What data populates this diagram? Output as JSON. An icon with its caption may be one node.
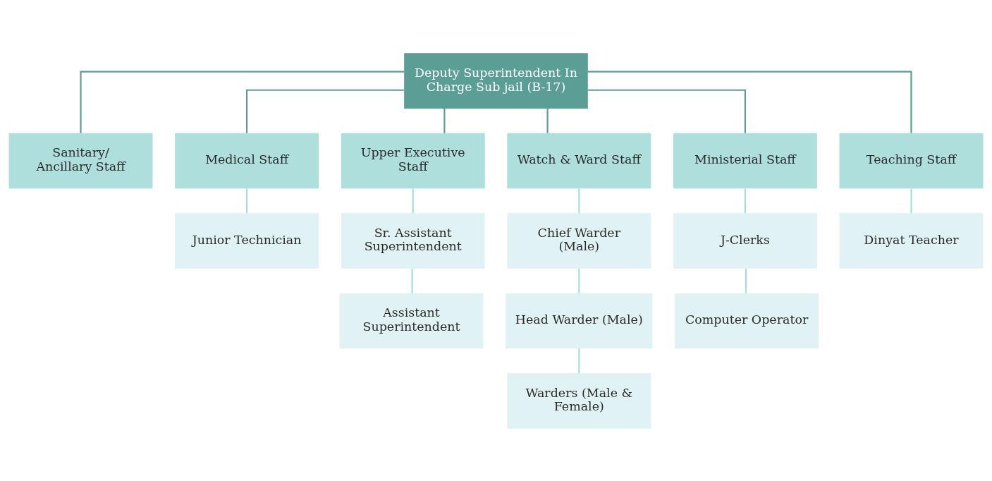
{
  "diagram": {
    "nodes": [
      {
        "text": [
          "Deputy Superintendent In Charge Sub jail (B-17)"
        ]
      },
      {
        "text": [
          "Sanitary/ Ancillary Staff"
        ]
      },
      {
        "text": [
          "Medical Staff"
        ]
      },
      {
        "text": [
          "Upper Executive Staff"
        ]
      },
      {
        "text": [
          "Watch & Ward Staff"
        ]
      },
      {
        "text": [
          "Ministerial Staff"
        ]
      },
      {
        "text": [
          "Teaching Staff"
        ]
      },
      {
        "text": [
          "Junior Technician"
        ]
      },
      {
        "text": [
          "Sr. Assistant Superintendent"
        ]
      },
      {
        "text": [
          "Assistant Superintendent"
        ]
      },
      {
        "text": [
          "Chief Warder (Male)"
        ]
      },
      {
        "text": [
          "Head Warder (Male)"
        ]
      },
      {
        "text": [
          "Warders (Male & Female)"
        ]
      },
      {
        "text": [
          "J-Clerks"
        ]
      },
      {
        "text": [
          "Computer Operator"
        ]
      },
      {
        "text": [
          "Dinyat Teacher"
        ]
      }
    ],
    "edges": [
      {
        "from": 0,
        "to": 1,
        "arrow": "none",
        "color": "#5b9e96"
      },
      {
        "from": 0,
        "to": 2,
        "arrow": "none",
        "color": "#5b9e96"
      },
      {
        "from": 0,
        "to": 3,
        "arrow": "none",
        "color": "#5b9e96"
      },
      {
        "from": 0,
        "to": 4,
        "arrow": "none",
        "color": "#5b9e96"
      },
      {
        "from": 0,
        "to": 5,
        "arrow": "none",
        "color": "#5b9e96"
      },
      {
        "from": 0,
        "to": 6,
        "arrow": "none",
        "color": "#5b9e96"
      },
      {
        "from": 2,
        "to": 7,
        "arrow": "none"
      },
      {
        "from": 3,
        "to": 8,
        "arrow": "none"
      },
      {
        "from": 8,
        "to": 9,
        "arrow": "none"
      },
      {
        "from": 4,
        "to": 10,
        "arrow": "none"
      },
      {
        "from": 10,
        "to": 11,
        "arrow": "none"
      },
      {
        "from": 11,
        "to": 12,
        "arrow": "none"
      },
      {
        "from": 5,
        "to": 13,
        "arrow": "none"
      },
      {
        "from": 13,
        "to": 14,
        "arrow": "none"
      },
      {
        "from": 6,
        "to": 15,
        "arrow": "none"
      }
    ]
  }
}
